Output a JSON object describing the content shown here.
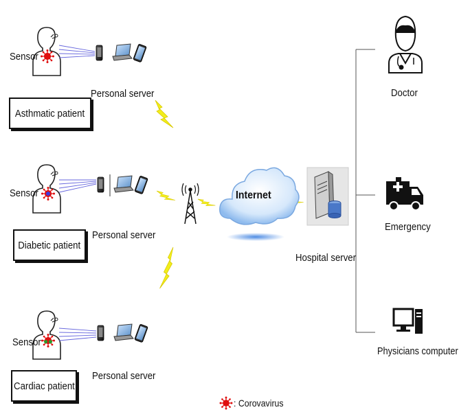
{
  "patients": [
    {
      "sensor_label": "Sensor",
      "server_label": "Personal server",
      "patient_label": "Asthmatic patient"
    },
    {
      "sensor_label": "Sensor",
      "server_label": "Personal server",
      "patient_label": "Diabetic patient"
    },
    {
      "sensor_label": "Sensor",
      "server_label": "Personal server",
      "patient_label": "Cardiac patient"
    }
  ],
  "network": {
    "internet_label": "Internet",
    "hospital_server_label": "Hospital server"
  },
  "recipients": [
    {
      "label": "Doctor",
      "icon": "doctor-icon"
    },
    {
      "label": "Emergency",
      "icon": "ambulance-icon"
    },
    {
      "label": "Physicians computer",
      "icon": "computer-icon"
    }
  ],
  "legend": {
    "label": ": Corovavirus",
    "icon": "virus-icon"
  },
  "colors": {
    "virus": "#e01010",
    "lightning": "#f2ee1c",
    "cloud": "#9fc6f0",
    "link": "#6666dd",
    "server_db": "#4a78c8"
  }
}
